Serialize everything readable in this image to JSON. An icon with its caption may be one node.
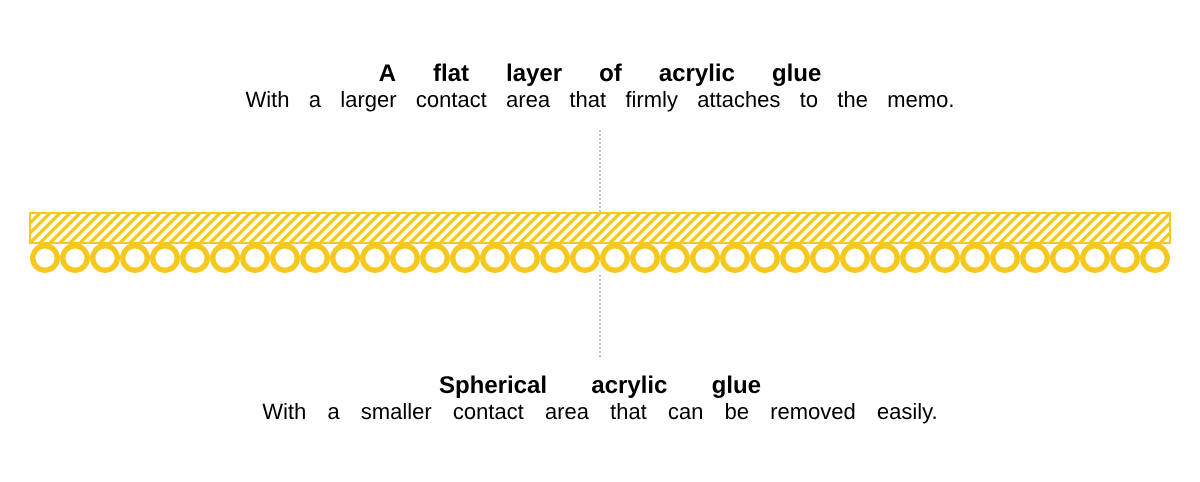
{
  "diagram": {
    "nodes": [
      {
        "text": [
          "A flat layer of acrylic glue",
          "With a larger contact area that firmly attaches to the memo."
        ]
      },
      {
        "text": [],
        "shape": "bar"
      },
      {
        "text": [],
        "shape": "circle"
      },
      {
        "text": [
          "Spherical acrylic glue",
          "With a smaller contact area that can be removed easily."
        ]
      }
    ],
    "edges": [
      {
        "from": 0,
        "to": 1,
        "arrow": "none",
        "style": "dashed"
      },
      {
        "from": 3,
        "to": 2,
        "arrow": "none",
        "style": "dashed"
      }
    ]
  }
}
